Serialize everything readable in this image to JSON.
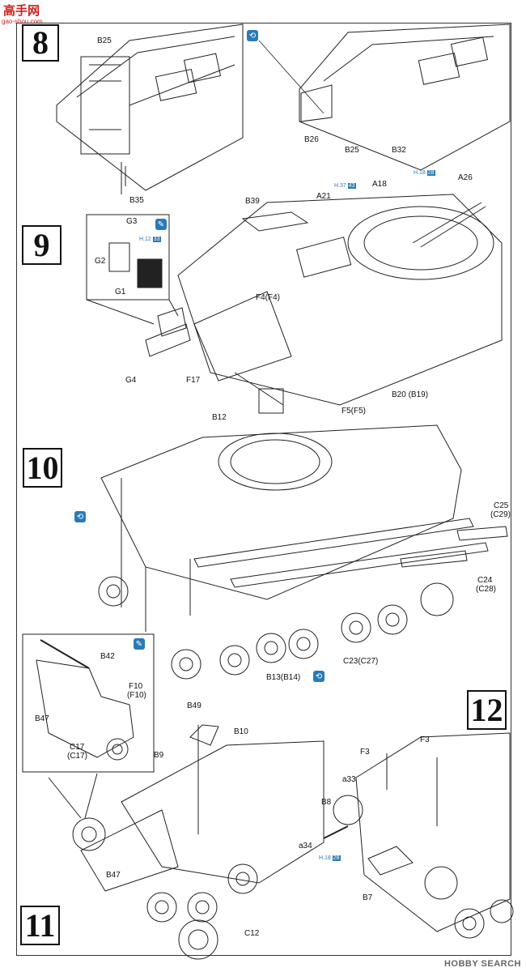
{
  "site_logo": {
    "line1": "高手网",
    "line2": "gao-shou.com"
  },
  "watermark": "HOBBY SEARCH",
  "steps": [
    "8",
    "9",
    "10",
    "11",
    "12"
  ],
  "step8": {
    "labels": [
      "B25",
      "B35",
      "B26",
      "B25",
      "B32"
    ]
  },
  "step9": {
    "labels": [
      "G3",
      "G2",
      "G1",
      "G4",
      "F17",
      "B39",
      "A21",
      "A18",
      "A26",
      "F4(F4)",
      "B12",
      "B20 (B19)",
      "F5(F5)"
    ],
    "refs": [
      {
        "prefix": "H.12",
        "num": "33"
      },
      {
        "prefix": "H.37",
        "num": "43"
      },
      {
        "prefix": "H.18",
        "num": "28"
      }
    ]
  },
  "step10": {
    "labels": [
      "C25",
      "(C29)",
      "C24",
      "(C28)",
      "C23(C27)",
      "B13(B14)"
    ]
  },
  "step11": {
    "labels": [
      "B42",
      "F10",
      "(F10)",
      "B47",
      "C17",
      "(C17)",
      "B49",
      "B10",
      "B9",
      "B47",
      "C12"
    ]
  },
  "step12": {
    "labels": [
      "F3",
      "F3",
      "a33",
      "B8",
      "a34",
      "B7"
    ],
    "refs": [
      {
        "prefix": "H.18",
        "num": "28"
      }
    ]
  },
  "icons": [
    "flip-over-icon",
    "paint-brush-icon",
    "glue-icon"
  ]
}
